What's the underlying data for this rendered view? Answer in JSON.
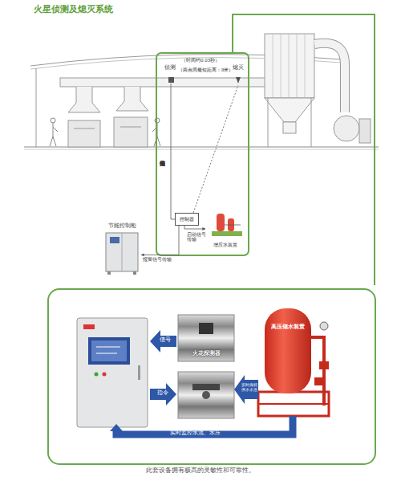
{
  "diagram": {
    "title": "火星侦测及熄灭系统",
    "caption": "此套设备拥有极高的灵敏性和可靠性。",
    "nodes": [
      {
        "text": [
          "控制器"
        ]
      },
      {
        "text": [
          "增压水装置"
        ]
      },
      {
        "text": [
          "节能控制柜"
        ]
      },
      {
        "text": [
          "火花探测器"
        ]
      },
      {
        "text": [
          "高压储水装置"
        ]
      }
    ],
    "edges": [
      {
        "from": 0,
        "to": 1,
        "arrow": "to",
        "label": "启动信号传输"
      },
      {
        "from": 0,
        "to": 2,
        "arrow": "to",
        "label": "报警信号传输"
      }
    ],
    "labels": [
      "侦测",
      "熄灭",
      "（时间约0.03秒）",
      "（两点间最短距离：8米）",
      "火花侦测信号传输",
      "信号",
      "指令",
      "实时保持供水水压",
      "实时监控水流、水压"
    ]
  }
}
